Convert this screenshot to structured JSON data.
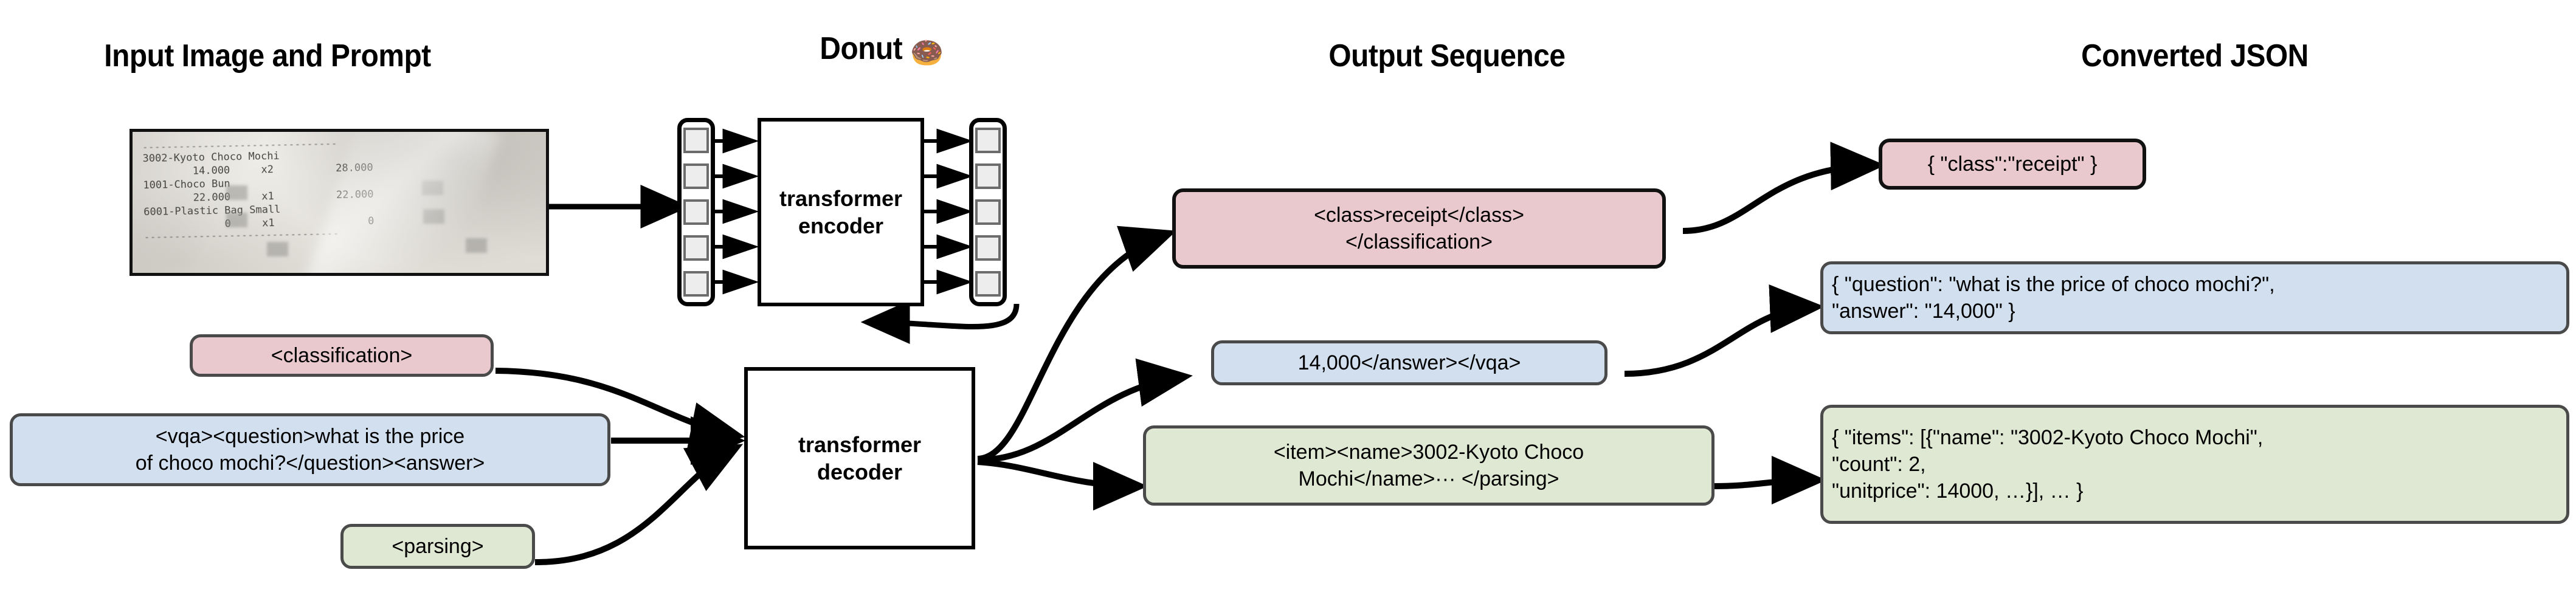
{
  "figure": {
    "columns": [
      {
        "id": "input",
        "title": "Input Image and Prompt"
      },
      {
        "id": "model",
        "title": "Donut ",
        "emoji": "🍩"
      },
      {
        "id": "output",
        "title": "Output Sequence"
      },
      {
        "id": "json",
        "title": "Converted JSON"
      }
    ]
  },
  "receipt": {
    "top_rule": "--------------------------------",
    "lines": [
      "3002-Kyoto Choco Mochi",
      "        14.000     x2          28.000",
      "1001-Choco Bun",
      "        22.000     x1          22.000",
      "6001-Plastic Bag Small",
      "             0     x1               0"
    ],
    "bottom_rule": "--------------------------------",
    "items": [
      {
        "code": "3002",
        "name": "Kyoto Choco Mochi",
        "unitprice": "14.000",
        "count": "x2",
        "price": "28.000"
      },
      {
        "code": "1001",
        "name": "Choco Bun",
        "unitprice": "22.000",
        "count": "x1",
        "price": "22.000"
      },
      {
        "code": "6001",
        "name": "Plastic Bag Small",
        "unitprice": "0",
        "count": "x1",
        "price": "0"
      }
    ]
  },
  "encoder": {
    "label": "transformer\nencoder",
    "input_token_count": 5,
    "output_token_count": 5
  },
  "decoder": {
    "label": "transformer\ndecoder"
  },
  "prompts": [
    {
      "id": "classification",
      "text": "<classification>",
      "color": "#e9c9cd"
    },
    {
      "id": "vqa",
      "text": "<vqa><question>what is the price\nof choco mochi?</question><answer>",
      "color": "#d2dfef"
    },
    {
      "id": "parsing",
      "text": "<parsing>",
      "color": "#dfe8d2"
    }
  ],
  "outputs": [
    {
      "id": "classification-output",
      "text": "<class>receipt</class>\n</classification>",
      "color": "#e9c9cd"
    },
    {
      "id": "vqa-output",
      "text": "14,000</answer></vqa>",
      "color": "#d2dfef"
    },
    {
      "id": "parsing-output",
      "text": "<item><name>3002-Kyoto Choco\nMochi</name>··· </parsing>",
      "color": "#dfe8d2"
    }
  ],
  "json_results": [
    {
      "id": "classification-json",
      "text": "{ \"class\":\"receipt\" }",
      "color": "#e9c9cd"
    },
    {
      "id": "vqa-json",
      "text": "{ \"question\": \"what is the price of choco mochi?\",\n  \"answer\": \"14,000\" }",
      "color": "#d2dfef"
    },
    {
      "id": "parsing-json",
      "text": "{ \"items\": [{\"name\": \"3002-Kyoto Choco Mochi\",\n     \"count\": 2,\n     \"unitprice\": 14000, …}], … }",
      "color": "#dfe8d2"
    }
  ],
  "colors": {
    "pink": "#e9c9cd",
    "blue": "#d2dfef",
    "green": "#dfe8d2",
    "outline": "#4a4a4a",
    "black": "#000000",
    "token_fill": "#ededed",
    "token_border": "#6c6c6c"
  }
}
